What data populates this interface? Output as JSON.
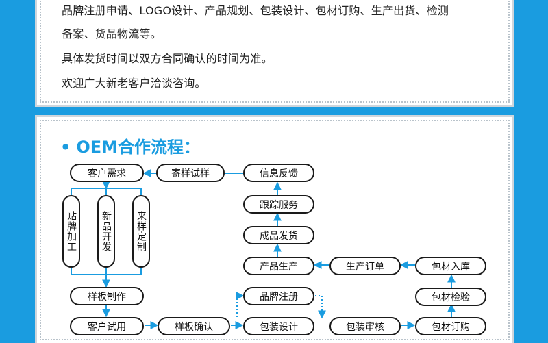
{
  "intro": {
    "line1": "品牌注册申请、LOGO设计、产品规划、包装设计、包材订购、生产出货、检测",
    "line2": "备案、货品物流等。",
    "line3": "具体发货时间以双方合同确认的时间为准。",
    "line4": "欢迎广大新老客户洽谈咨询。"
  },
  "oem": {
    "bullet": "•",
    "title": "OEM合作流程：",
    "nodes": {
      "customer_demand": "客户需求",
      "send_sample": "寄样试样",
      "info_feedback": "信息反馈",
      "tracking": "跟踪服务",
      "finished_shipping": "成品发货",
      "production": "产品生产",
      "production_order": "生产订单",
      "material_storage": "包材入库",
      "material_inspection": "包材检验",
      "material_order": "包材订购",
      "package_review": "包装审核",
      "package_design": "包装设计",
      "brand_registration": "品牌注册",
      "sample_confirm": "样板确认",
      "customer_trial": "客户试用",
      "sample_making": "样板制作",
      "label_processing": "贴牌加工",
      "new_product": "新品开发",
      "custom_sample": "来样定制"
    },
    "colors": {
      "accent": "#1a9ce0",
      "node_border": "#1a1a1a"
    }
  }
}
